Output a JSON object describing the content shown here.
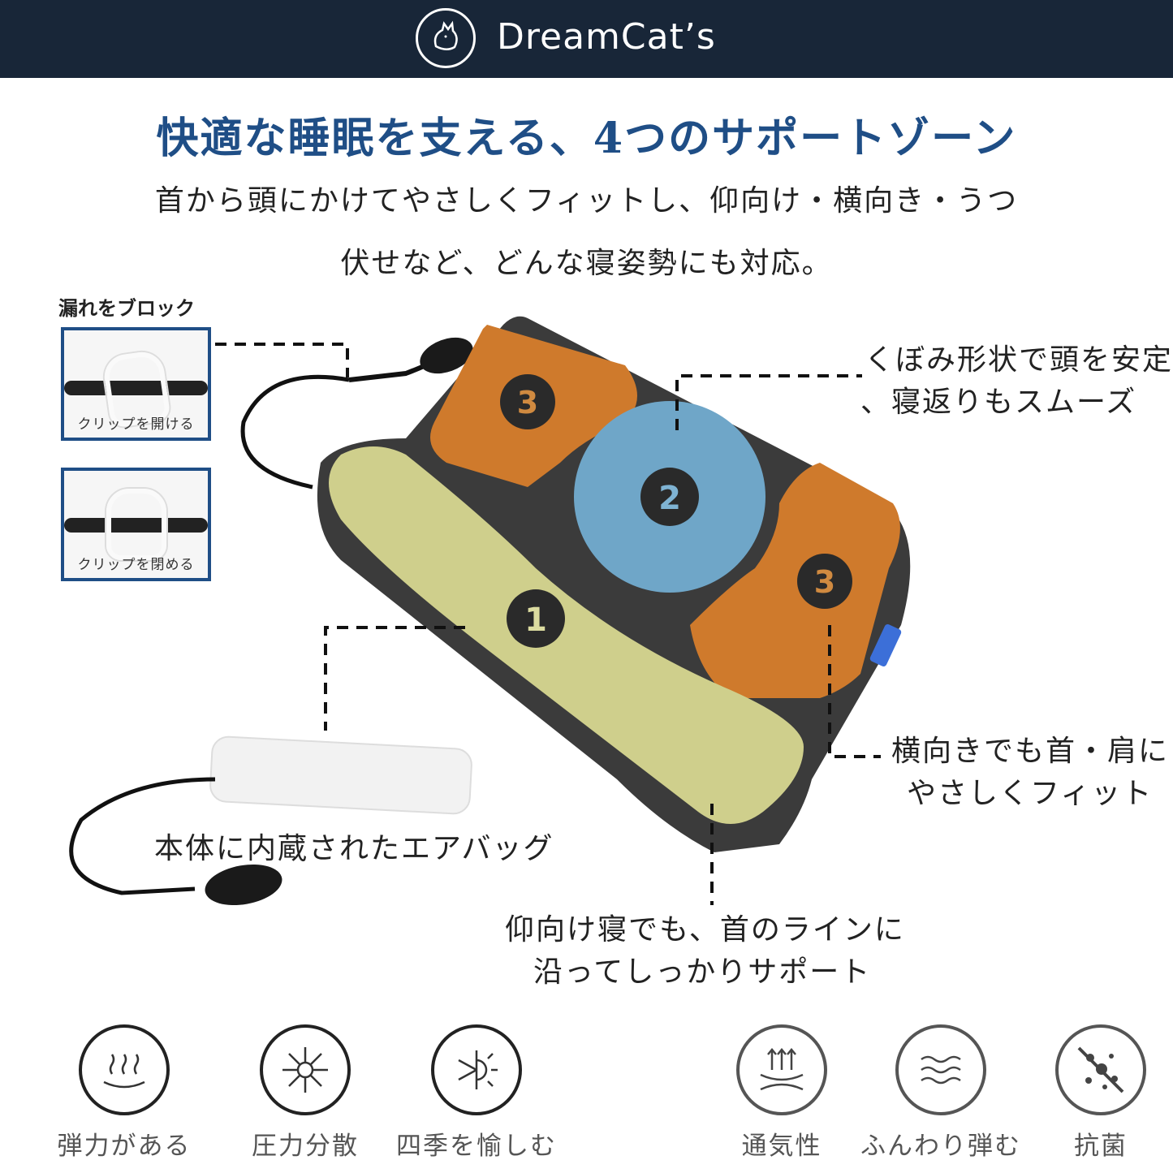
{
  "header": {
    "brand": "DreamCat’s"
  },
  "headline": {
    "title": "快適な睡眠を支える、4つのサポートゾーン",
    "subtitle_line1": "首から頭にかけてやさしくフィットし、仰向け・横向き・うつ",
    "subtitle_line2": "伏せなど、どんな寝姿勢にも対応。"
  },
  "leak_block": {
    "title": "漏れをブロック",
    "open_label": "クリップを開ける",
    "close_label": "クリップを閉める"
  },
  "zones": {
    "zone1_number": "1",
    "zone2_number": "2",
    "zone3_number": "3",
    "colors": {
      "zone1": "#cfcf8c",
      "zone2": "#6fa6c8",
      "zone3": "#cf7a2c",
      "body": "#3b3b3b"
    }
  },
  "callouts": {
    "zone2_line1": "くぼみ形状で頭を安定",
    "zone2_line2": "、寝返りもスムーズ",
    "zone3_line1": "横向きでも首・肩に",
    "zone3_line2": "やさしくフィット",
    "airbag": "本体に内蔵されたエアバッグ",
    "zone1_line1": "仰向け寝でも、首のラインに",
    "zone1_line2": "沿ってしっかりサポート"
  },
  "features": [
    {
      "label": "弾力がある",
      "icon": "heat-waves-icon"
    },
    {
      "label": "圧力分散",
      "icon": "pressure-nodes-icon"
    },
    {
      "label": "四季を愉しむ",
      "icon": "sun-snow-icon"
    },
    {
      "label": "通気性",
      "icon": "airflow-up-icon"
    },
    {
      "label": "ふんわり弾む",
      "icon": "soft-bounce-icon"
    },
    {
      "label": "抗菌",
      "icon": "antibacterial-icon"
    }
  ]
}
